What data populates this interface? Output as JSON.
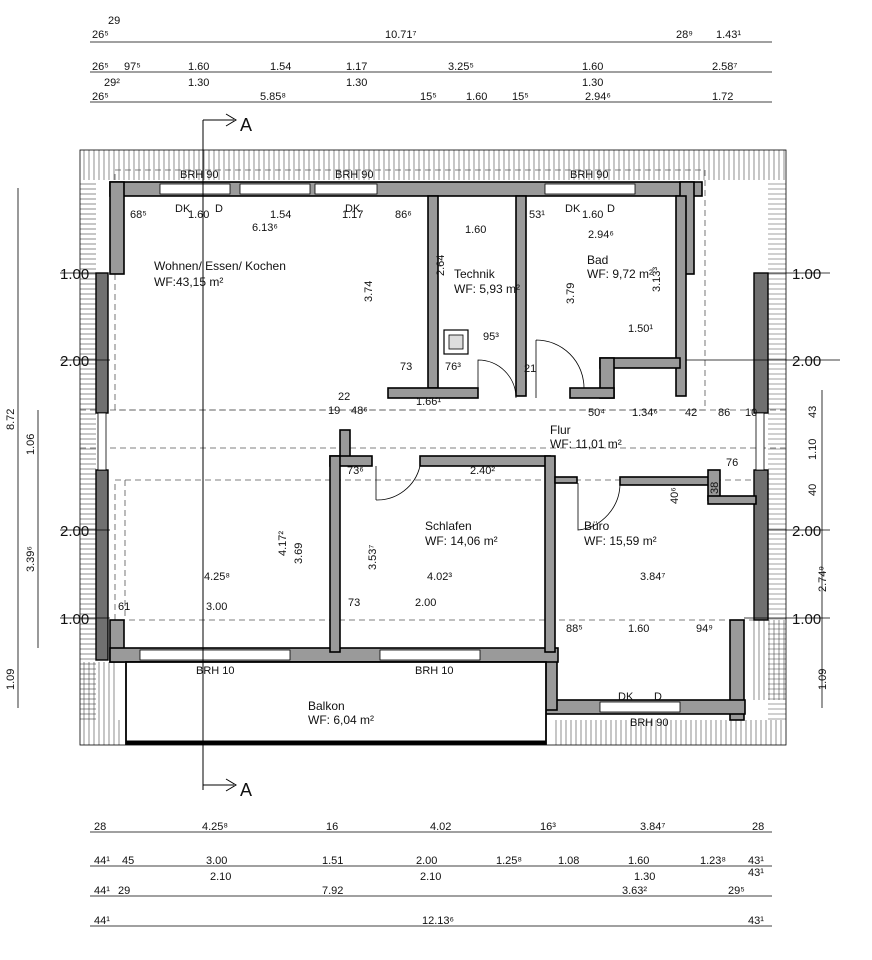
{
  "section_marker": "A",
  "top_dims": {
    "row0": [
      "29"
    ],
    "row1": [
      "26⁵",
      "10.71⁷",
      "28⁹",
      "1.43¹"
    ],
    "row2": [
      "26⁵",
      "97⁵",
      "1.60",
      "1.54",
      "1.17",
      "3.25⁵",
      "1.60",
      "2.58⁷"
    ],
    "row2b": [
      "29²",
      "1.30",
      "1.30",
      "1.30"
    ],
    "row3": [
      "26⁵",
      "5.85⁸",
      "15⁵",
      "1.60",
      "15⁵",
      "2.94⁶",
      "1.72"
    ]
  },
  "bottom_dims": {
    "row1": [
      "28",
      "4.25⁸",
      "16",
      "4.02",
      "16³",
      "3.84⁷",
      "28"
    ],
    "row2": [
      "44¹",
      "45",
      "3.00",
      "1.51",
      "2.00",
      "1.25⁸",
      "1.08",
      "1.60",
      "1.23⁸",
      "43¹"
    ],
    "row2b": [
      "2.10",
      "2.10",
      "1.30",
      "43¹"
    ],
    "row3": [
      "44¹",
      "29",
      "7.92",
      "3.63²",
      "29⁵"
    ],
    "row4": [
      "44¹",
      "12.13⁶",
      "43¹"
    ]
  },
  "left_dims": [
    "8.72",
    "1.06",
    "3.39⁶",
    "1.09"
  ],
  "right_dims": [
    "43",
    "1.10",
    "40",
    "2.74⁹",
    "1.09"
  ],
  "levels": [
    "1.00",
    "2.00",
    "2.00",
    "1.00",
    "1.00",
    "2.00",
    "2.00",
    "1.00"
  ],
  "rooms": {
    "wohnen": {
      "name": "Wohnen/ Essen/ Kochen",
      "area": "WF:43,15 m²"
    },
    "technik": {
      "name": "Technik",
      "area": "WF: 5,93 m²"
    },
    "bad": {
      "name": "Bad",
      "area": "WF: 9,72 m²"
    },
    "flur": {
      "name": "Flur",
      "area": "WF: 11,01 m²"
    },
    "schlafen": {
      "name": "Schlafen",
      "area": "WF: 14,06 m²"
    },
    "buero": {
      "name": "Büro",
      "area": "WF: 15,59 m²"
    },
    "balkon": {
      "name": "Balkon",
      "area": "WF: 6,04 m²"
    }
  },
  "window_labels": {
    "brh90_1": "BRH 90",
    "brh90_2": "BRH 90",
    "brh90_3": "BRH 90",
    "brh90_4": "BRH 90",
    "brh10_1": "BRH 10",
    "brh10_2": "BRH 10",
    "dk": "DK",
    "d": "D"
  },
  "interior_dims": {
    "i1": "68⁵",
    "i2": "1.60",
    "i3": "1.54",
    "i4": "1.17",
    "i5": "86⁶",
    "i6": "53¹",
    "i7": "1.60",
    "i8": "6.13⁶",
    "i9": "1.60",
    "i10": "2.94⁶",
    "i11": "2.64",
    "i12": "3.74",
    "i13": "3.79",
    "i14": "3.13³",
    "i15": "95³",
    "i16": "76³",
    "i17": "73",
    "i18": "1.50¹",
    "i19": "21",
    "i20": "1.66¹",
    "i21": "22",
    "i22": "19",
    "i23": "48⁶",
    "i24": "50⁴",
    "i25": "1.34⁶",
    "i26": "42",
    "i27": "86",
    "i28": "10",
    "i29": "76",
    "i30": "73⁶",
    "i31": "2.40²",
    "i32": "40⁶",
    "i33": "38",
    "i34": "4.17²",
    "i35": "3.69",
    "i36": "3.53⁷",
    "i37": "4.25⁸",
    "i38": "4.02³",
    "i39": "3.84⁷",
    "i40": "61",
    "i41": "3.00",
    "i42": "73",
    "i43": "2.00",
    "i44": "88⁵",
    "i45": "1.60",
    "i46": "94⁹"
  }
}
